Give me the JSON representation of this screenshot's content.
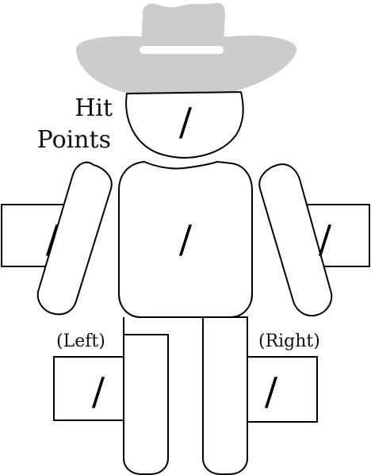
{
  "labels": {
    "hit_points_line1": "Hit",
    "hit_points_line2": "Points",
    "left": "(Left)",
    "right": "(Right)"
  },
  "boxes": {
    "head": "/",
    "torso": "/",
    "left_arm": "/",
    "right_arm": "/",
    "left_leg": "/",
    "right_leg": "/"
  },
  "colors": {
    "hat": "#cccccc",
    "outline": "#000000",
    "background": "#ffffff"
  }
}
